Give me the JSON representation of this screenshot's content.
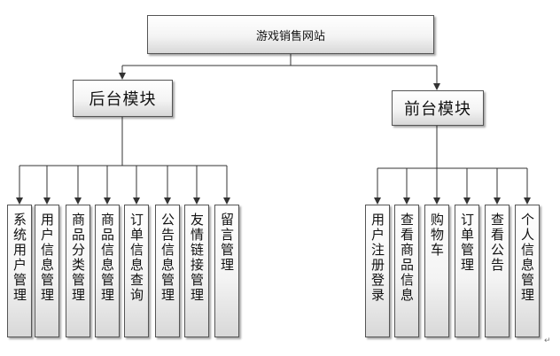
{
  "root": {
    "label": "游戏销售网站"
  },
  "back_module": {
    "label": "后台模块",
    "children": [
      "系统用户管理",
      "用户信息管理",
      "商品分类管理",
      "商品信息管理",
      "订单信息查询",
      "公告信息管理",
      "友情链接管理",
      "留言管理"
    ]
  },
  "front_module": {
    "label": "前台模块",
    "children": [
      "用户注册登录",
      "查看商品信息",
      "购物车",
      "订单管理",
      "查看公告",
      "个人信息管理"
    ]
  },
  "paragraph_mark": "↵"
}
